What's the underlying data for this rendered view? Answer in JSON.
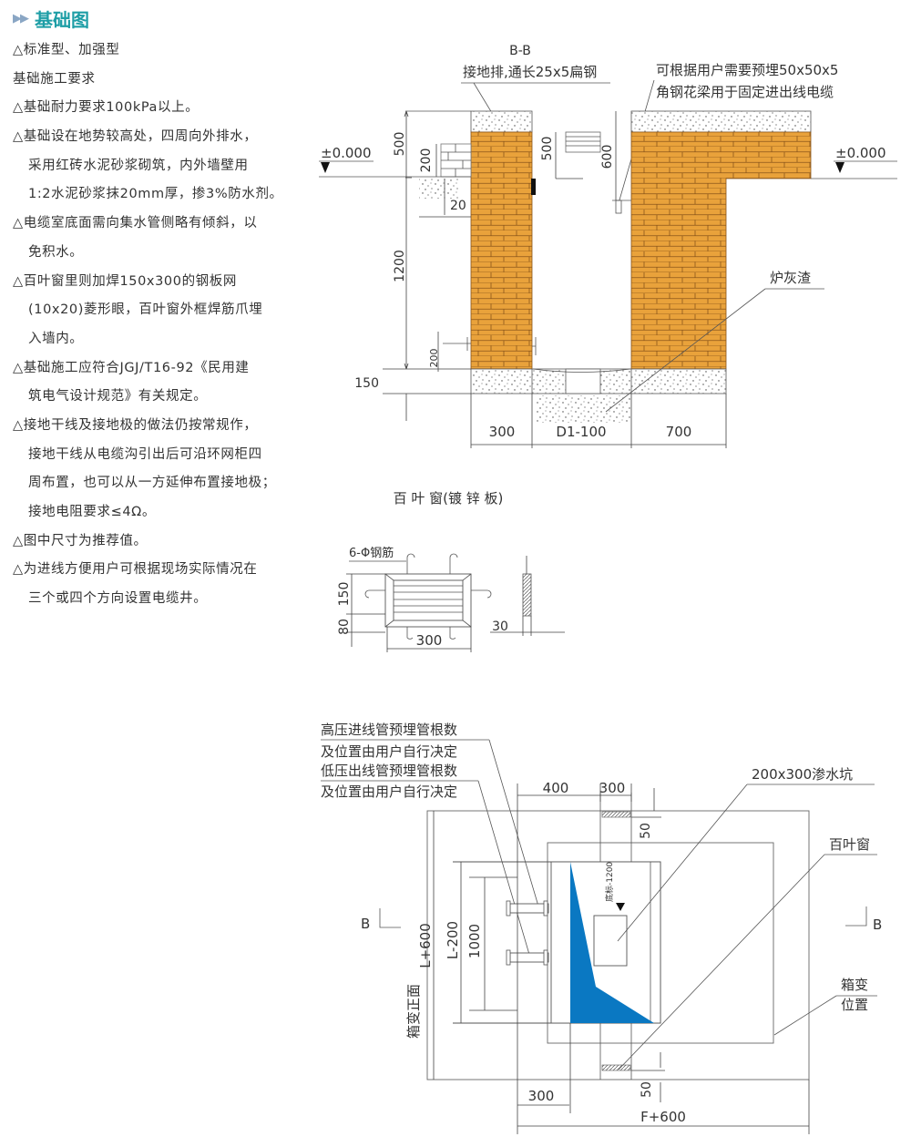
{
  "header": {
    "title": "基础图"
  },
  "notes": [
    {
      "text": "△标准型、加强型",
      "indent": false
    },
    {
      "text": "基础施工要求",
      "indent": false
    },
    {
      "text": "△基础耐力要求100kPa以上。",
      "indent": false
    },
    {
      "text": "△基础设在地势较高处，四周向外排水，",
      "indent": false
    },
    {
      "text": "采用红砖水泥砂浆砌筑，内外墙壁用",
      "indent": true
    },
    {
      "text": "1:2水泥砂浆抹20mm厚，掺3%防水剂。",
      "indent": true
    },
    {
      "text": "△电缆室底面需向集水管侧略有倾斜，以",
      "indent": false
    },
    {
      "text": "免积水。",
      "indent": true
    },
    {
      "text": "△百叶窗里则加焊150x300的钢板网",
      "indent": false
    },
    {
      "text": "(10x20)菱形眼，百叶窗外框焊筋爪埋",
      "indent": true
    },
    {
      "text": "入墙内。",
      "indent": true
    },
    {
      "text": "△基础施工应符合JGJ/T16-92《民用建",
      "indent": false
    },
    {
      "text": "筑电气设计规范》有关规定。",
      "indent": true
    },
    {
      "text": "△接地干线及接地极的做法仍按常规作，",
      "indent": false
    },
    {
      "text": "接地干线从电缆沟引出后可沿环网柜四",
      "indent": true
    },
    {
      "text": "周布置，也可以从一方延伸布置接地极；",
      "indent": true
    },
    {
      "text": "接地电阻要求≤4Ω。",
      "indent": true
    },
    {
      "text": "△图中尺寸为推荐值。",
      "indent": false
    },
    {
      "text": "△为进线方便用户可根据现场实际情况在",
      "indent": false
    },
    {
      "text": "三个或四个方向设置电缆井。",
      "indent": true
    }
  ],
  "section": {
    "title": "B-B",
    "ground_bar_label": "接地排,通长25x5扁钢",
    "angle_steel_label_1": "可根据用户需要预埋50x50x5",
    "angle_steel_label_2": "角钢花梁用于固定进出线电缆",
    "level_left": "±0.000",
    "level_right": "±0.000",
    "slag_label": "炉灰渣",
    "dims": {
      "d500_left": "500",
      "d200_step": "200",
      "d20": "20",
      "d500_in": "500",
      "d600": "600",
      "d1200": "1200",
      "d200_low": "200",
      "d150": "150",
      "d300": "300",
      "dD1": "D1-100",
      "d700": "700"
    }
  },
  "louver": {
    "title": "百 叶 窗(镀 锌 板)",
    "rebar_label": "6-Φ钢筋",
    "dims": {
      "h150": "150",
      "h80": "80",
      "w300": "300",
      "t30": "30"
    }
  },
  "plan": {
    "hv_label_1": "高压进线管预埋管根数",
    "hv_label_2": "及位置由用户自行决定",
    "lv_label_1": "低压出线管预埋管根数",
    "lv_label_2": "及位置由用户自行决定",
    "pit_label": "200x300渗水坑",
    "louver_label": "百叶窗",
    "position_label_1": "箱变",
    "position_label_2": "位置",
    "front_label": "箱变正面",
    "bottom_level": "底标-1200",
    "section_mark_left": "B",
    "section_mark_right": "B",
    "dims": {
      "d400": "400",
      "d300_top": "300",
      "d50_top": "50",
      "d50_bot": "50",
      "dL600": "L+600",
      "dL200": "L-200",
      "d1000": "1000",
      "d300_bot": "300",
      "dF600": "F+600"
    },
    "blue_color": "#0a78c2"
  },
  "colors": {
    "title": "#1e9ea6",
    "brick": "#e9a23b"
  }
}
